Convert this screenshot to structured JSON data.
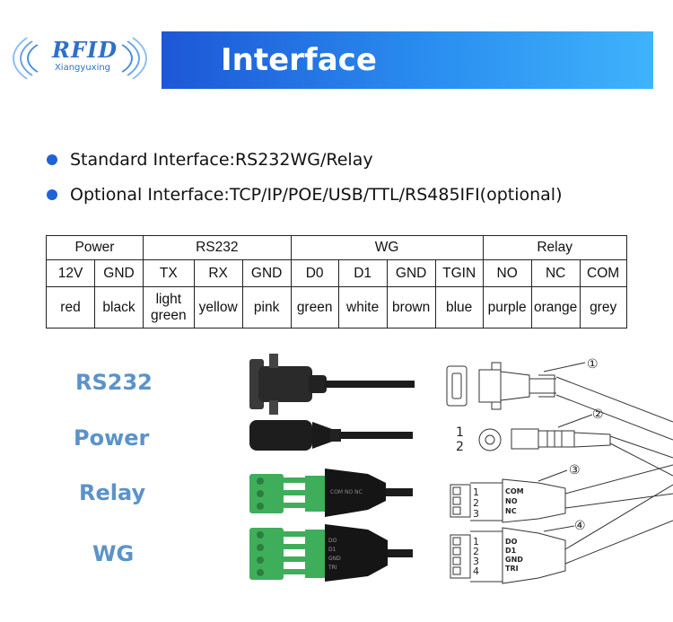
{
  "logo": {
    "text": "RFID",
    "sub": "Xiangyuxing"
  },
  "header": {
    "title": "Interface"
  },
  "bullets": [
    "Standard Interface:RS232WG/Relay",
    "Optional Interface:TCP/IP/POE/USB/TTL/RS485IFI(optional)"
  ],
  "table": {
    "groups": [
      "Power",
      "RS232",
      "WG",
      "Relay"
    ],
    "pins": [
      "12V",
      "GND",
      "TX",
      "RX",
      "GND",
      "D0",
      "D1",
      "GND",
      "TGIN",
      "NO",
      "NC",
      "COM"
    ],
    "colors": [
      "red",
      "black",
      "light green",
      "yellow",
      "pink",
      "green",
      "white",
      "brown",
      "blue",
      "purple",
      "orange",
      "grey"
    ]
  },
  "connectors": {
    "labels": [
      "RS232",
      "Power",
      "Relay",
      "WG"
    ],
    "numbers": [
      "①",
      "②",
      "③",
      "④"
    ],
    "power_pins": [
      "1",
      "2"
    ],
    "relay_pins": [
      "COM",
      "NO",
      "NC"
    ],
    "relay_nums": [
      "1",
      "2",
      "3"
    ],
    "wg_pins": [
      "DO",
      "D1",
      "GND",
      "TRI"
    ],
    "wg_nums": [
      "1",
      "2",
      "3",
      "4"
    ],
    "relay_plug_text": "COM NO NC",
    "wg_plug_text": [
      "DO",
      "D1",
      "GND",
      "TRI"
    ]
  },
  "colors": {
    "accent": "#1f63d6",
    "label": "#5b93c8",
    "terminal_green": "#3fae5a"
  }
}
